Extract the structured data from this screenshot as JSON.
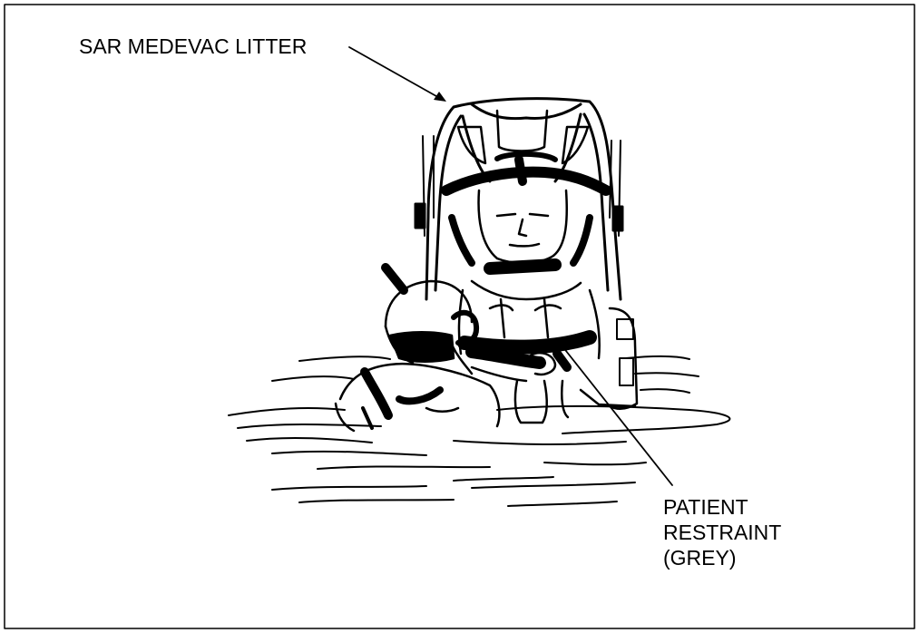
{
  "callouts": {
    "litter": "SAR MEDEVAC LITTER",
    "restraint_lines": [
      "PATIENT",
      "RESTRAINT",
      "(GREY)"
    ]
  },
  "colors": {
    "ink": "#000000",
    "paper": "#ffffff"
  },
  "illustration": {
    "subject": "rescue-swimmer-with-patient-in-litter",
    "objects": [
      "water-surface",
      "medevac-litter",
      "patient",
      "rescue-swimmer",
      "patient-restraint-strap"
    ]
  }
}
